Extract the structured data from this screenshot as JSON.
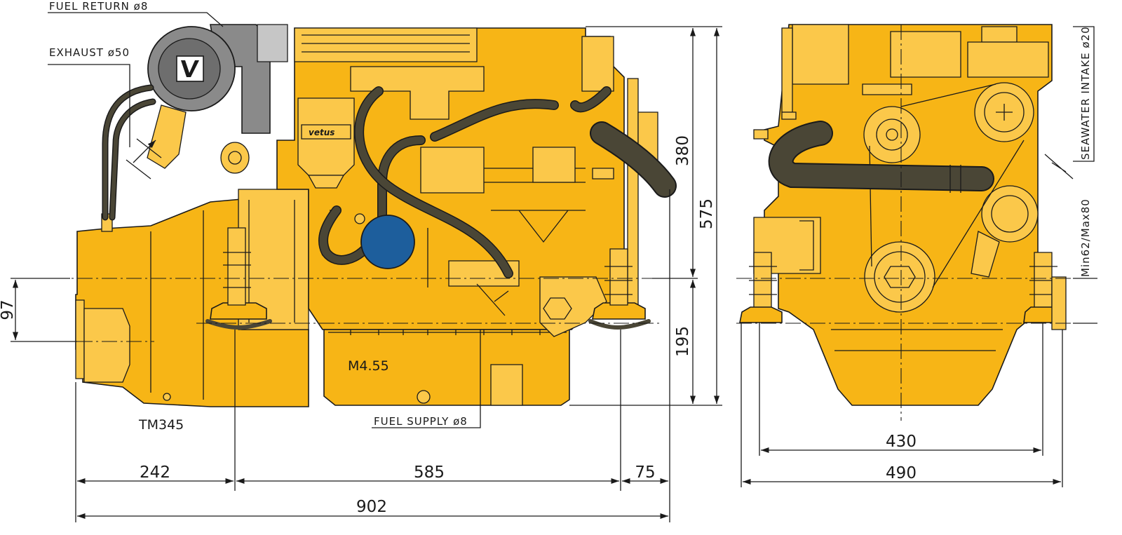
{
  "title": "",
  "annotations": {
    "fuel_return": "FUEL RETURN ø8",
    "exhaust": "EXHAUST ø50",
    "fuel_supply": "FUEL SUPPLY ø8",
    "seawater_intake": "SEAWATER INTAKE ø20",
    "mount_range": "Min62/Max80"
  },
  "models": {
    "engine": "M4.55",
    "gearbox": "TM345"
  },
  "brand": "vetus",
  "side_view_dimensions": {
    "gearbox_length": "242",
    "engine_length": "585",
    "front_length": "75",
    "overall_length": "902",
    "height_upper": "380",
    "height_total": "575",
    "height_lower": "195",
    "shaft_offset": "97"
  },
  "front_view_dimensions": {
    "mount_spacing": "430",
    "overall_width": "490"
  },
  "colors": {
    "engine_yellow": "#f7b516",
    "hose_dark": "#4a4636",
    "filter_blue": "#1d5e9c",
    "turbo_grey": "#8a8a8a",
    "line": "#1a1a1a"
  }
}
